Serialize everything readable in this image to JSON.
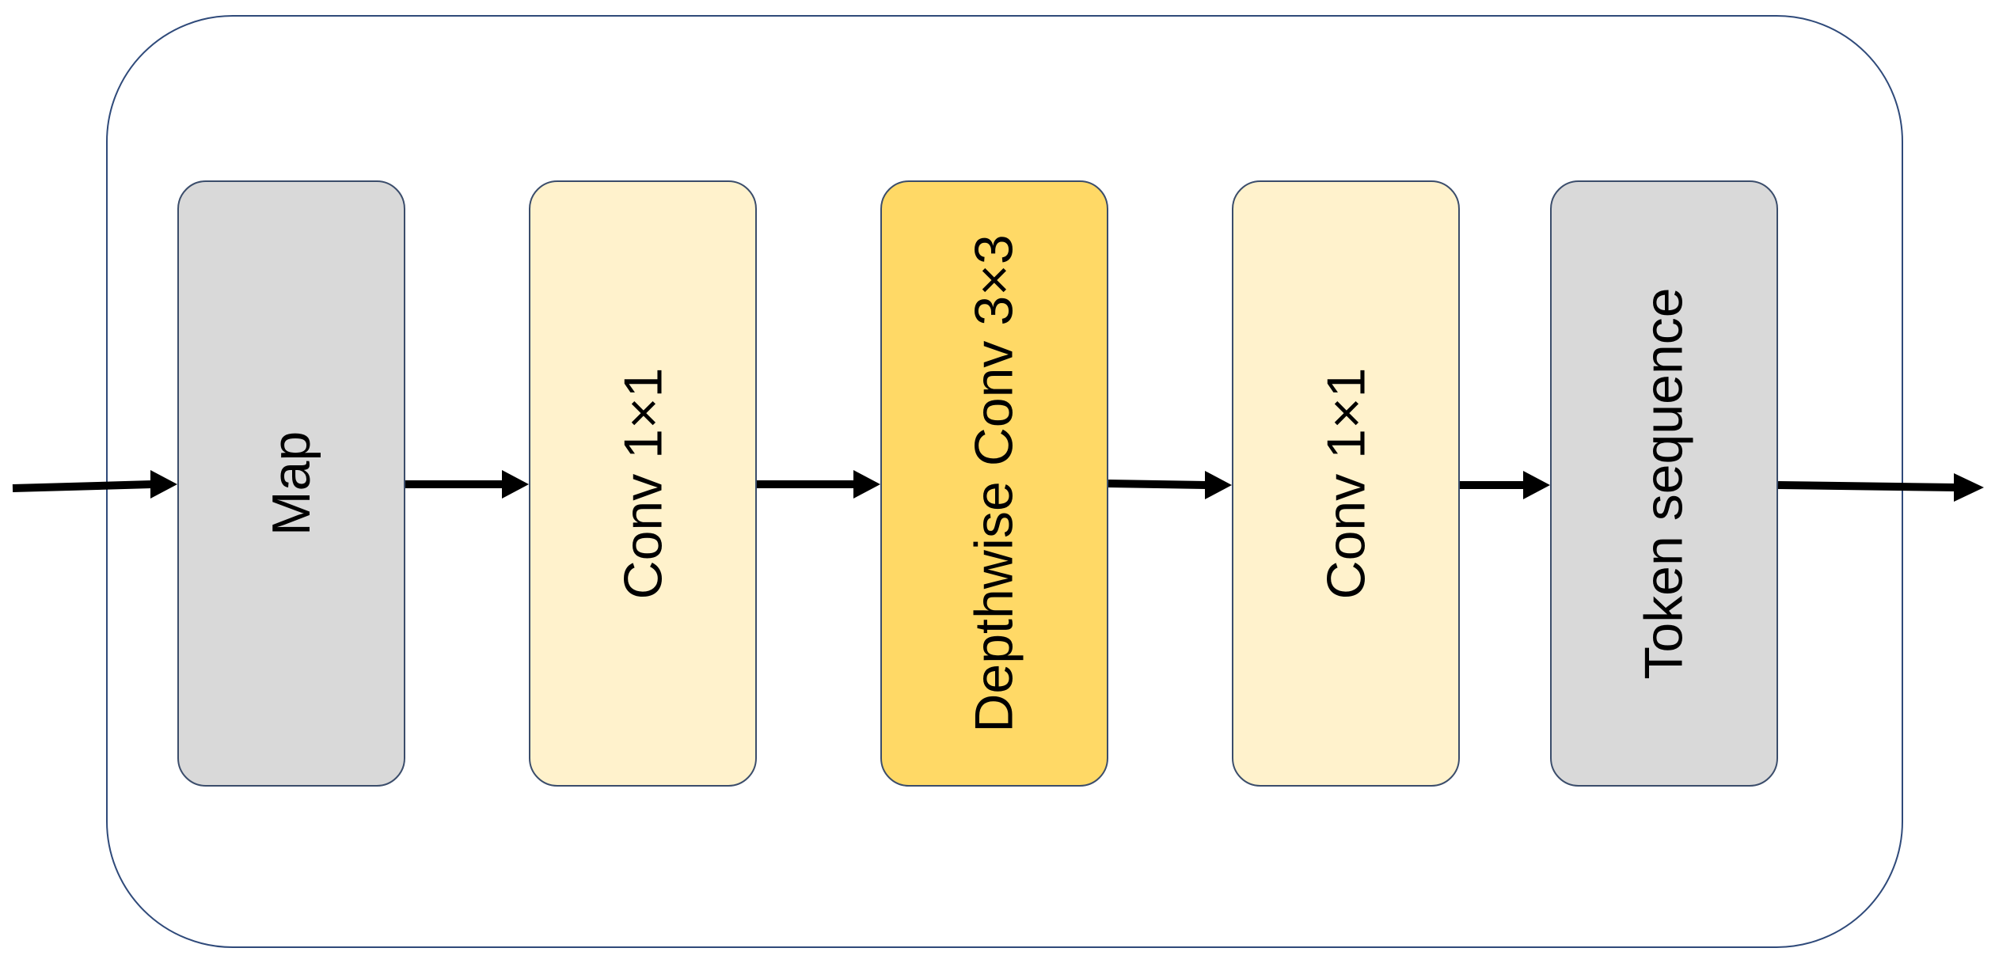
{
  "diagram": {
    "blocks": [
      {
        "label": "Map",
        "fill": "#d9d9d9"
      },
      {
        "label": "Conv 1×1",
        "fill": "#fff2cc"
      },
      {
        "label": "Depthwise Conv 3×3",
        "fill": "#ffd966"
      },
      {
        "label": "Conv 1×1",
        "fill": "#fff2cc"
      },
      {
        "label": "Token sequence",
        "fill": "#d9d9d9"
      }
    ],
    "arrow_color": "#000000",
    "container_border_color": "#2f4a7a"
  }
}
